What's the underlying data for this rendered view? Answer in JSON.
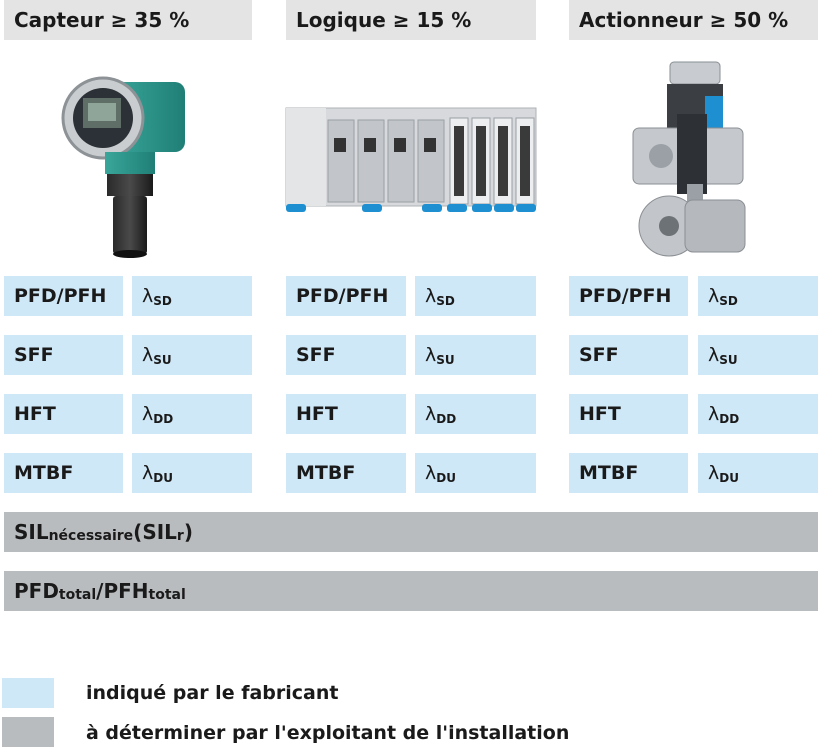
{
  "columns": [
    {
      "header": "Capteur ≥ 35 %",
      "product_icon": "ultrasonic-level-sensor-icon",
      "rows": [
        {
          "label": "PFD/PFH",
          "lambda": "λ",
          "lambda_sub": "SD"
        },
        {
          "label": "SFF",
          "lambda": "λ",
          "lambda_sub": "SU"
        },
        {
          "label": "HFT",
          "lambda": "λ",
          "lambda_sub": "DD"
        },
        {
          "label": "MTBF",
          "lambda": "λ",
          "lambda_sub": "DU"
        }
      ]
    },
    {
      "header": "Logique ≥ 15 %",
      "product_icon": "plc-controller-icon",
      "rows": [
        {
          "label": "PFD/PFH",
          "lambda": "λ",
          "lambda_sub": "SD"
        },
        {
          "label": "SFF",
          "lambda": "λ",
          "lambda_sub": "SU"
        },
        {
          "label": "HFT",
          "lambda": "λ",
          "lambda_sub": "DD"
        },
        {
          "label": "MTBF",
          "lambda": "λ",
          "lambda_sub": "DU"
        }
      ]
    },
    {
      "header": "Actionneur ≥ 50 %",
      "product_icon": "ball-valve-actuator-icon",
      "rows": [
        {
          "label": "PFD/PFH",
          "lambda": "λ",
          "lambda_sub": "SD"
        },
        {
          "label": "SFF",
          "lambda": "λ",
          "lambda_sub": "SU"
        },
        {
          "label": "HFT",
          "lambda": "λ",
          "lambda_sub": "DD"
        },
        {
          "label": "MTBF",
          "lambda": "λ",
          "lambda_sub": "DU"
        }
      ]
    }
  ],
  "sil_bar": {
    "main": "SIL",
    "main_sub": "nécessaire",
    "paren_open": " (SIL",
    "paren_sub": "r",
    "paren_close": ")"
  },
  "pfd_bar": {
    "a": "PFD",
    "a_sub": "total",
    "sep": "/PFH",
    "b_sub": "total"
  },
  "legend": [
    {
      "color": "#cfe8f8",
      "text": "indiqué par le fabricant"
    },
    {
      "color": "#b9bcbf",
      "text": "à déterminer par l'exploitant de l'installation"
    }
  ],
  "colors": {
    "manufacturer_blue": "#cfe8f8",
    "operator_gray": "#b9bcbf",
    "header_gray": "#e4e4e4"
  }
}
